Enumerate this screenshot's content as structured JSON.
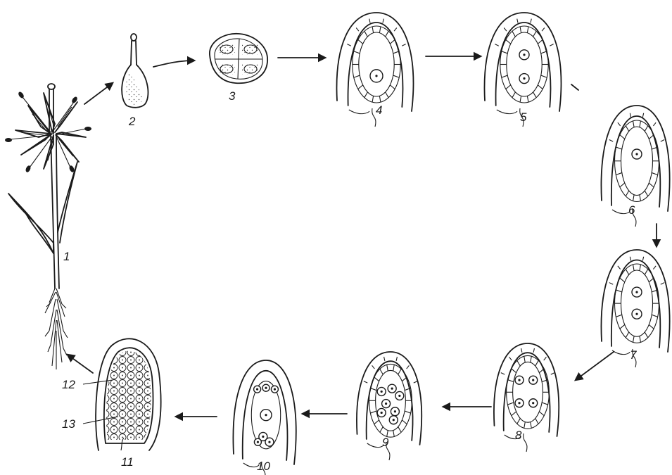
{
  "stages": [
    {
      "id": 1,
      "label": "1"
    },
    {
      "id": 2,
      "label": "2"
    },
    {
      "id": 3,
      "label": "3"
    },
    {
      "id": 4,
      "label": "4"
    },
    {
      "id": 5,
      "label": "5"
    },
    {
      "id": 6,
      "label": "6"
    },
    {
      "id": 7,
      "label": "7"
    },
    {
      "id": 8,
      "label": "8"
    },
    {
      "id": 9,
      "label": "9"
    },
    {
      "id": 10,
      "label": "10"
    },
    {
      "id": 11,
      "label": "11"
    }
  ],
  "callouts": [
    {
      "id": 12,
      "label": "12"
    },
    {
      "id": 13,
      "label": "13"
    }
  ]
}
